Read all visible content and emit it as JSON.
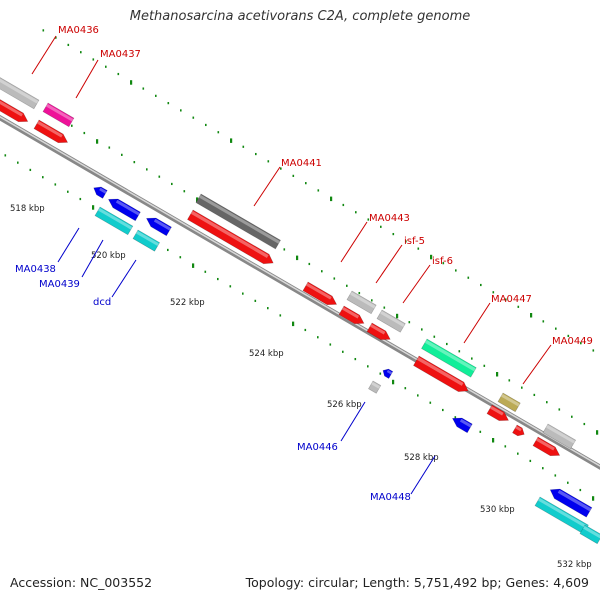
{
  "title": "Methanosarcina acetivorans C2A, complete genome",
  "footer": {
    "accession": "Accession: NC_003552",
    "summary": "Topology: circular; Length: 5,751,492 bp; Genes: 4,609"
  },
  "ticks": [
    "518 kbp",
    "520 kbp",
    "522 kbp",
    "524 kbp",
    "526 kbp",
    "528 kbp",
    "530 kbp",
    "532 kbp"
  ],
  "gene_labels": [
    {
      "name": "MA0436",
      "strand": "forward"
    },
    {
      "name": "MA0437",
      "strand": "forward"
    },
    {
      "name": "MA0438",
      "strand": "reverse"
    },
    {
      "name": "MA0439",
      "strand": "reverse"
    },
    {
      "name": "dcd",
      "strand": "reverse"
    },
    {
      "name": "MA0441",
      "strand": "forward"
    },
    {
      "name": "MA0443",
      "strand": "forward"
    },
    {
      "name": "isf-5",
      "strand": "forward"
    },
    {
      "name": "isf-6",
      "strand": "forward"
    },
    {
      "name": "MA0446",
      "strand": "reverse"
    },
    {
      "name": "MA0447",
      "strand": "forward"
    },
    {
      "name": "MA0448",
      "strand": "reverse"
    },
    {
      "name": "MA0449",
      "strand": "forward"
    }
  ],
  "colors": {
    "forward_label": "#cc0000",
    "reverse_label": "#0000cc",
    "cds_forward": "#ee1111",
    "cds_reverse": "#0000ee",
    "backbone": "#888888",
    "tick": "#118811",
    "gray_feature": "#bbbbbb",
    "dark_gray_feature": "#666666",
    "magenta_feature": "#ee1199",
    "cyan_feature": "#11cccc",
    "green_feature": "#11ee99",
    "olive_feature": "#bbaa55"
  }
}
